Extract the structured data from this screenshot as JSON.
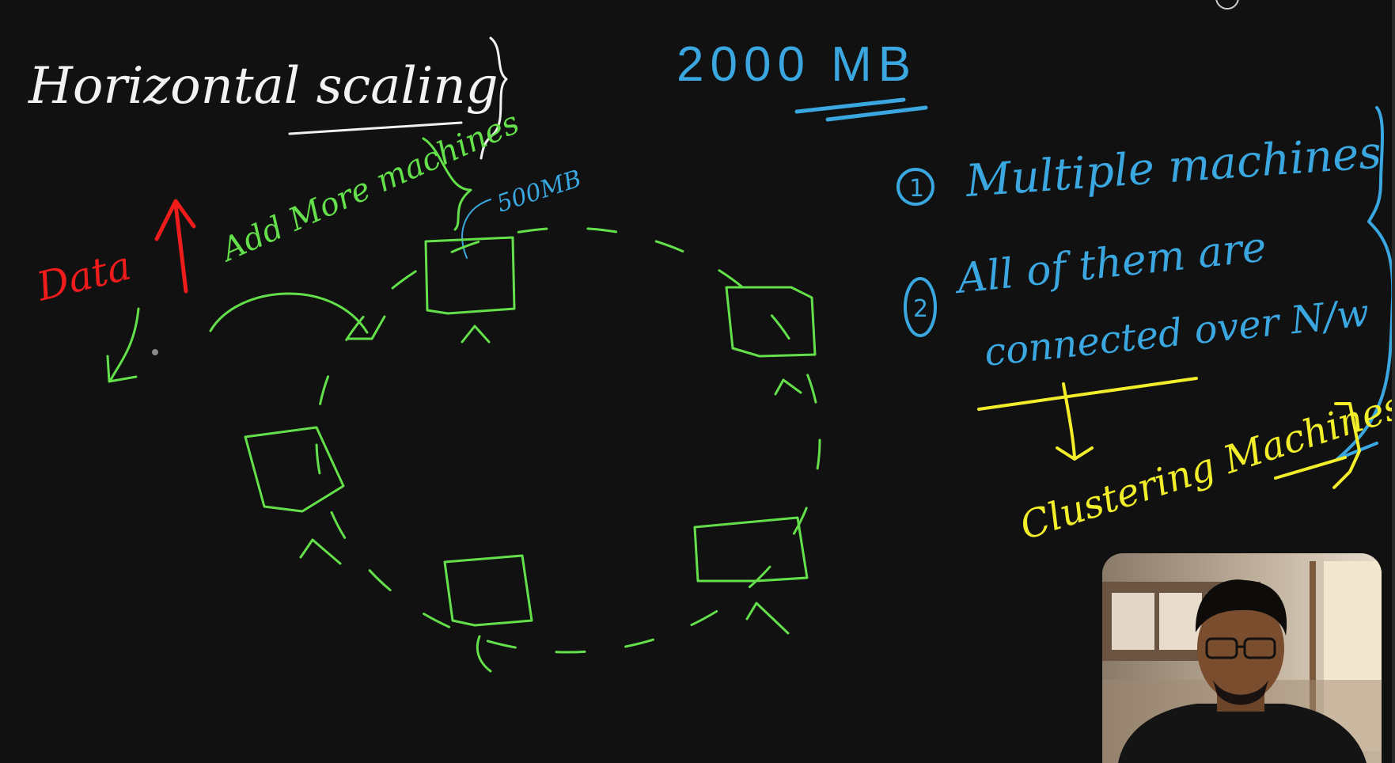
{
  "board": {
    "background": "#111111",
    "colors": {
      "white": "#f2f2f2",
      "blue": "#3aa7e0",
      "green": "#63e04a",
      "red": "#f01c1c",
      "yellow": "#f3ee2a"
    },
    "title": "Horizontal scaling",
    "total_size": "2000 MB",
    "node_size": "500MB",
    "data_label": "Data",
    "add_label": "Add More machines",
    "point_1_number": "1",
    "point_1": "Multiple machines",
    "point_2_number": "2",
    "point_2_line1": "All of them are",
    "point_2_line2": "connected over N/w",
    "result": "Clustering Machines"
  },
  "webcam": {
    "icon": "presenter-video"
  }
}
